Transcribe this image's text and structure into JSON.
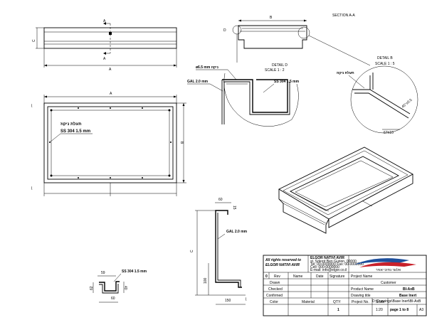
{
  "section_title": "SECTION A-A",
  "dims": {
    "a": "A",
    "b": "B",
    "c": "C",
    "d": "D",
    "top_c": "C",
    "top_a": "A",
    "front_a": "A",
    "front_b": "B",
    "profile_60": "60",
    "profile_15": "15",
    "profile_c": "C",
    "profile_100": "100",
    "profile_150": "150",
    "small_59": "59",
    "small_60": "60",
    "small_62": "62",
    "small_40": "40"
  },
  "labels": {
    "detail_d_title": "DETAIL D",
    "detail_d_scale": "SCALE 1 : 2",
    "detail_b_title": "DETAIL B",
    "detail_b_scale": "SCALE 1 : 5",
    "hole": "ø6.5 mm ניקוז",
    "gal_2": "GAL 2.0 mm",
    "ss_304_b": "SS 304 1.5 mm",
    "drain_channel": "תעלת ניקוז",
    "detail_b_label": "תעלת ניקוז",
    "detail_b_angle": "45°±0.5",
    "detail_b_dim": "67±10",
    "front_label_1": "תעלת ניקוז",
    "front_label_2": "SS 304 1.5 mm",
    "profile_gal": "GAL 2.0 mm",
    "small_ss": "SS 304 1.5 mm"
  },
  "title_block": {
    "rights": "All rights reserved to",
    "rights_company": "ELGOR NATIVI AVIR",
    "company_name": "ELGOR NATIVI AVIR",
    "company_line1": "st. Sderot Ben Gurion, 00000",
    "company_line2": "Tel: 00-0000000 Fax: 00-0000000",
    "company_line3": "Cell: 000-0000000",
    "company_line4": "E-mail: info@elgor.co.il",
    "logo_text": "אלגור נתיבי אוויר",
    "rev_zero": "0",
    "rev_label": "Rev",
    "name_label": "Name",
    "date_label": "Date",
    "signature_label": "Signature",
    "project_name_label": "Project Name",
    "drawn_label": "Drawn",
    "customer_label": "Customer",
    "checked_label": "Checked",
    "product_name_label": "Product Name",
    "product_name_value": "BI-AxB",
    "confirmed_label": "Confirmed",
    "drawing_title_label": "Drawing title",
    "drawing_title_value": "Base Inert",
    "drawing_path": "D:\\Drawings\\Base Inert\\BI-AxB",
    "color_label": "Color",
    "material_label": "Material",
    "qty_label": "QTY:",
    "qty_value": "1",
    "project_no_label": "Project No.",
    "scale_label": "Scale",
    "scale_value": "1:20",
    "page_value": "page 1 to 8",
    "size_value": "A3"
  },
  "colors": {
    "logo_red": "#c8202a",
    "logo_blue": "#1d4f9c"
  }
}
